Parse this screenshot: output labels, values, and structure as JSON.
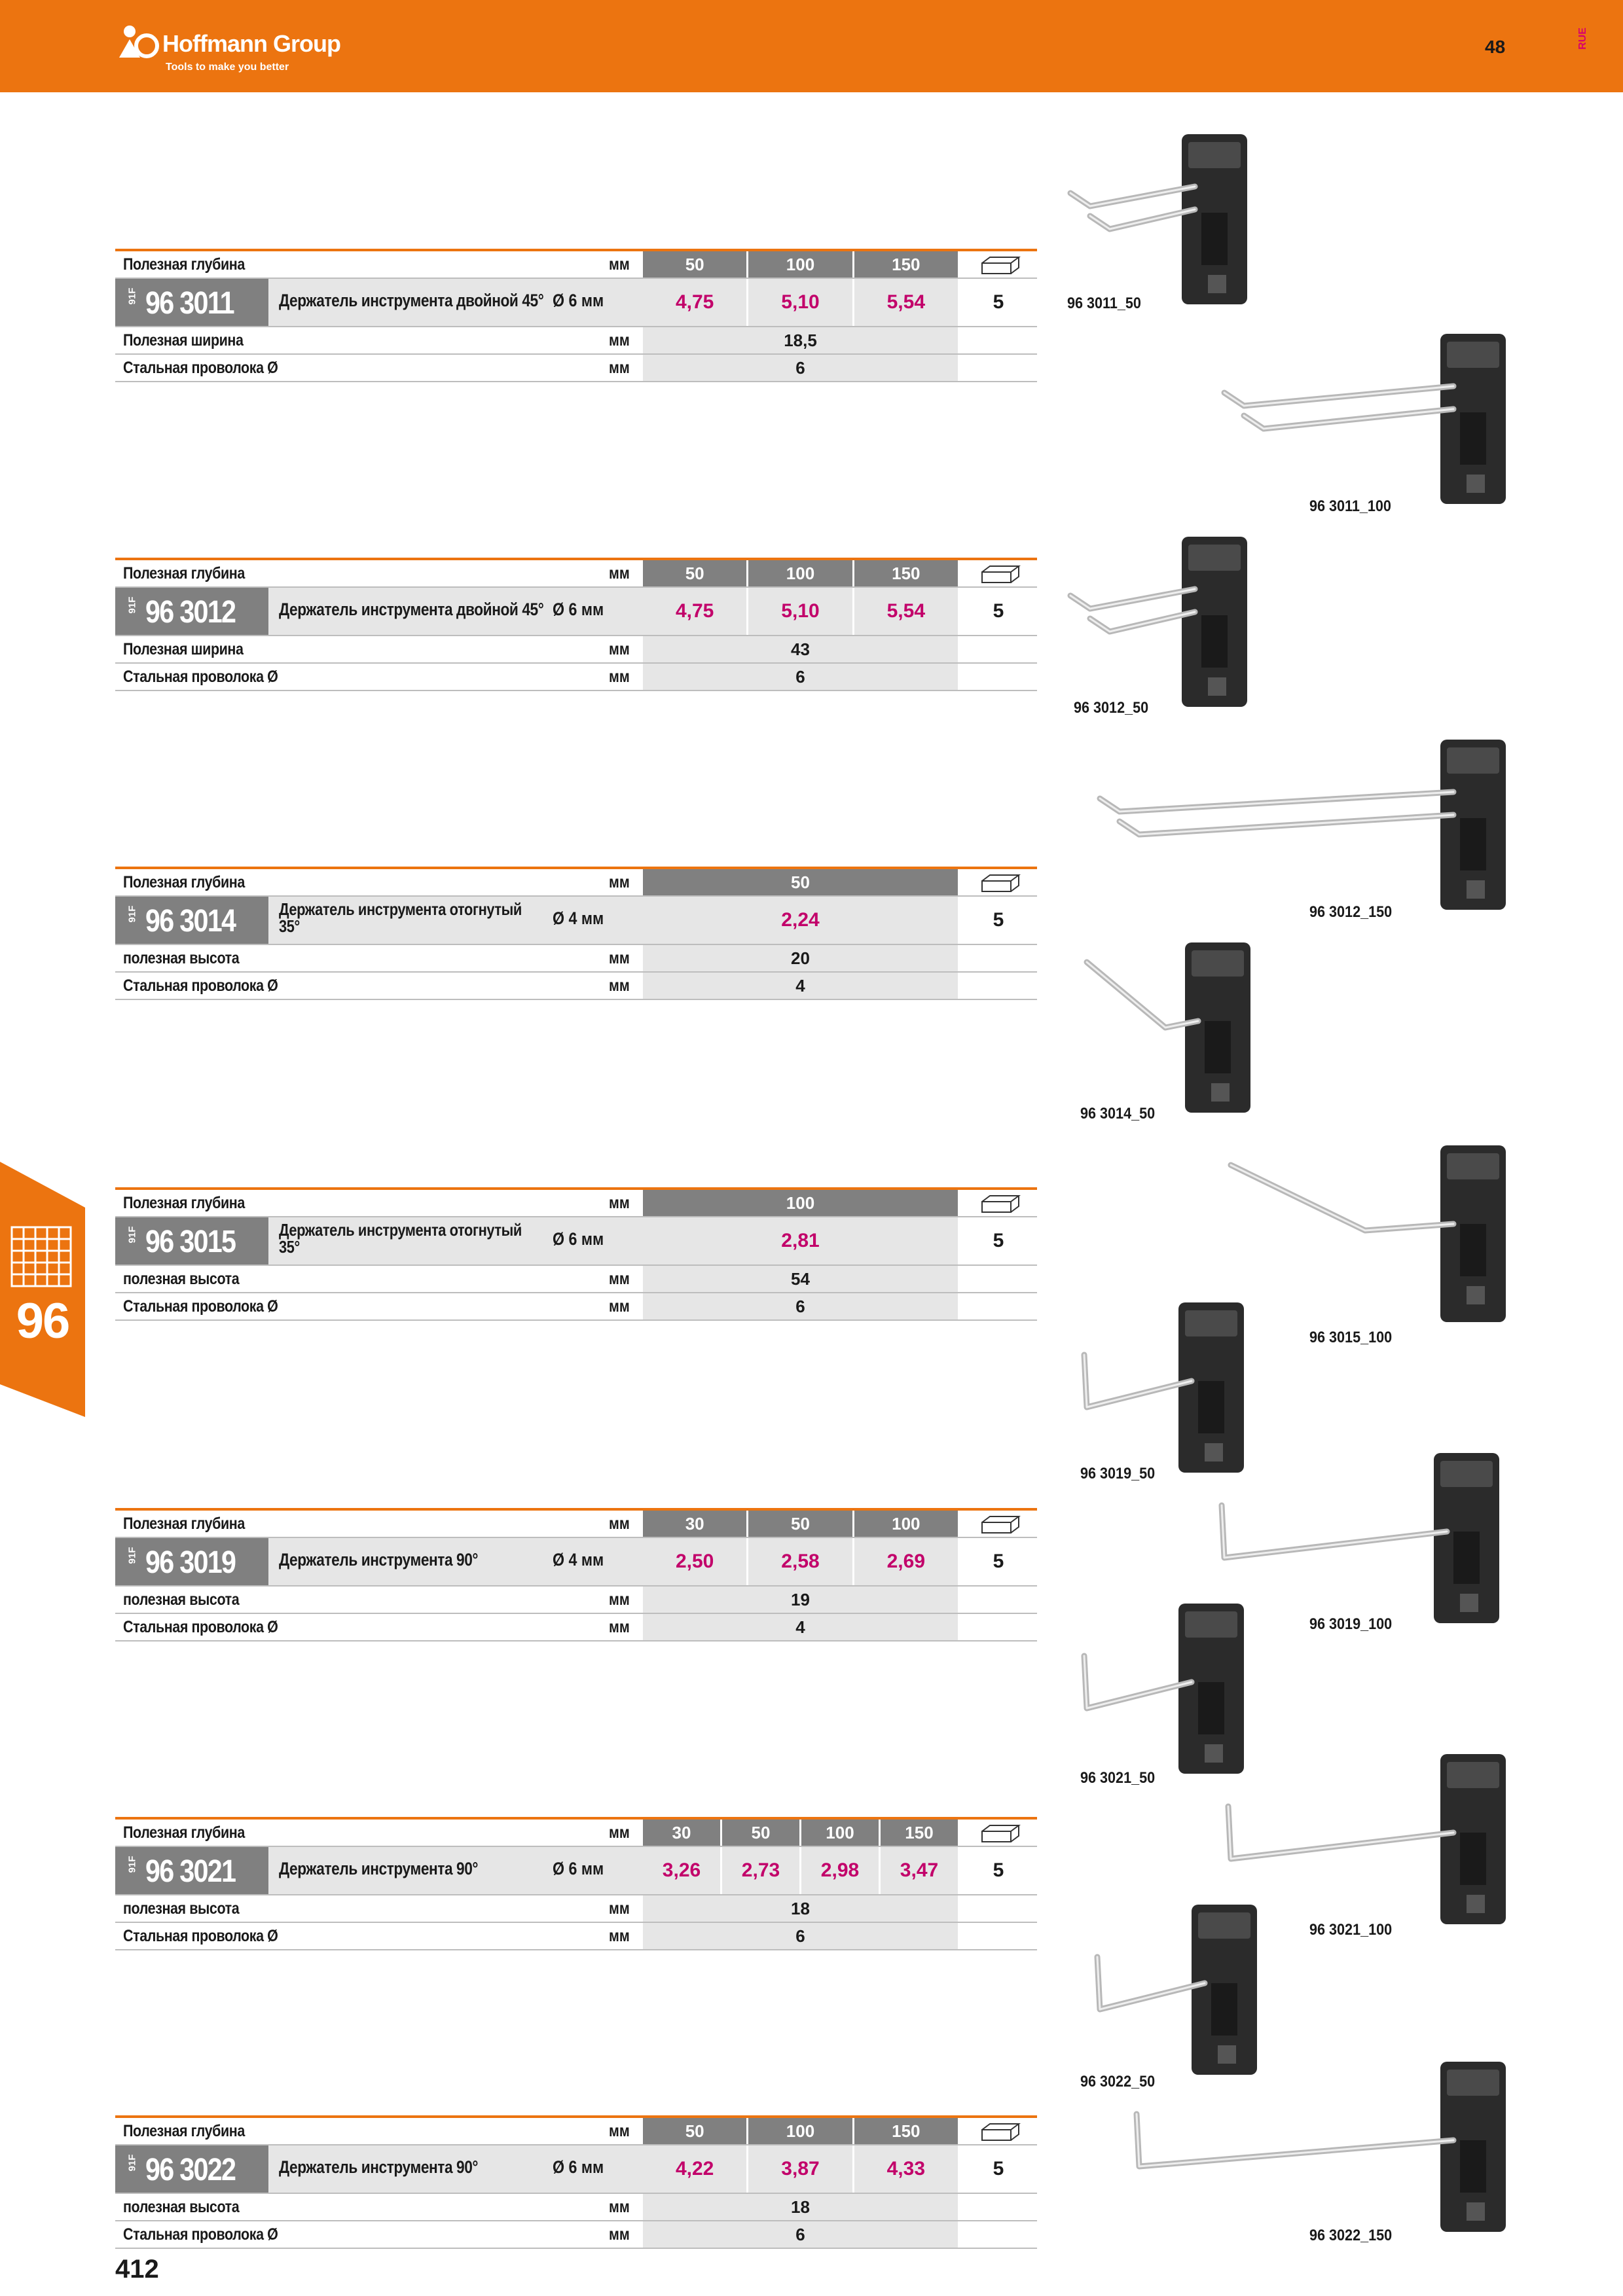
{
  "header": {
    "brand": "Hoffmann Group",
    "tagline": "Tools to make you better",
    "page_number": "48",
    "lang": "RUE"
  },
  "side_tab": {
    "number": "96"
  },
  "footer": {
    "page_number": "412"
  },
  "tables": [
    {
      "depth_label": "Полезная глубина",
      "unit": "мм",
      "depths": [
        "50",
        "100",
        "150"
      ],
      "prefix": "91F",
      "code": "96 3011",
      "description": "Держатель инструмента двойной 45°",
      "diameter": "Ø 6 мм",
      "prices": [
        "4,75",
        "5,10",
        "5,54"
      ],
      "pack": "5",
      "extra": [
        {
          "label": "Полезная ширина",
          "unit": "мм",
          "value": "18,5"
        },
        {
          "label": "Стальная проволока Ø",
          "unit": "мм",
          "value": "6"
        }
      ]
    },
    {
      "depth_label": "Полезная глубина",
      "unit": "мм",
      "depths": [
        "50",
        "100",
        "150"
      ],
      "prefix": "91F",
      "code": "96 3012",
      "description": "Держатель инструмента двойной 45°",
      "diameter": "Ø 6 мм",
      "prices": [
        "4,75",
        "5,10",
        "5,54"
      ],
      "pack": "5",
      "extra": [
        {
          "label": "Полезная ширина",
          "unit": "мм",
          "value": "43"
        },
        {
          "label": "Стальная проволока Ø",
          "unit": "мм",
          "value": "6"
        }
      ]
    },
    {
      "depth_label": "Полезная глубина",
      "unit": "мм",
      "depths": [
        "50"
      ],
      "prefix": "91F",
      "code": "96 3014",
      "description": "Держатель инструмента отогнутый 35°",
      "diameter": "Ø 4 мм",
      "prices": [
        "2,24"
      ],
      "pack": "5",
      "extra": [
        {
          "label": "полезная высота",
          "unit": "мм",
          "value": "20"
        },
        {
          "label": "Стальная проволока Ø",
          "unit": "мм",
          "value": "4"
        }
      ]
    },
    {
      "depth_label": "Полезная глубина",
      "unit": "мм",
      "depths": [
        "100"
      ],
      "prefix": "91F",
      "code": "96 3015",
      "description": "Держатель инструмента отогнутый 35°",
      "diameter": "Ø 6 мм",
      "prices": [
        "2,81"
      ],
      "pack": "5",
      "extra": [
        {
          "label": "полезная высота",
          "unit": "мм",
          "value": "54"
        },
        {
          "label": "Стальная проволока Ø",
          "unit": "мм",
          "value": "6"
        }
      ]
    },
    {
      "depth_label": "Полезная глубина",
      "unit": "мм",
      "depths": [
        "30",
        "50",
        "100"
      ],
      "prefix": "91F",
      "code": "96 3019",
      "description": "Держатель инструмента 90°",
      "diameter": "Ø 4 мм",
      "prices": [
        "2,50",
        "2,58",
        "2,69"
      ],
      "pack": "5",
      "extra": [
        {
          "label": "полезная высота",
          "unit": "мм",
          "value": "19"
        },
        {
          "label": "Стальная проволока Ø",
          "unit": "мм",
          "value": "4"
        }
      ]
    },
    {
      "depth_label": "Полезная глубина",
      "unit": "мм",
      "depths": [
        "30",
        "50",
        "100",
        "150"
      ],
      "prefix": "91F",
      "code": "96 3021",
      "description": "Держатель инструмента 90°",
      "diameter": "Ø 6 мм",
      "prices": [
        "3,26",
        "2,73",
        "2,98",
        "3,47"
      ],
      "pack": "5",
      "extra": [
        {
          "label": "полезная высота",
          "unit": "мм",
          "value": "18"
        },
        {
          "label": "Стальная проволока Ø",
          "unit": "мм",
          "value": "6"
        }
      ]
    },
    {
      "depth_label": "Полезная глубина",
      "unit": "мм",
      "depths": [
        "50",
        "100",
        "150"
      ],
      "prefix": "91F",
      "code": "96 3022",
      "description": "Держатель инструмента 90°",
      "diameter": "Ø 6 мм",
      "prices": [
        "4,22",
        "3,87",
        "4,33"
      ],
      "pack": "5",
      "extra": [
        {
          "label": "полезная высота",
          "unit": "мм",
          "value": "18"
        },
        {
          "label": "Стальная проволока Ø",
          "unit": "мм",
          "value": "6"
        }
      ]
    }
  ],
  "images": [
    {
      "caption": "96 3011_50",
      "kind": "double45"
    },
    {
      "caption": "96 3011_100",
      "kind": "double45"
    },
    {
      "caption": "96 3012_50",
      "kind": "double45"
    },
    {
      "caption": "96 3012_150",
      "kind": "double45"
    },
    {
      "caption": "96 3014_50",
      "kind": "bent"
    },
    {
      "caption": "96 3015_100",
      "kind": "bent"
    },
    {
      "caption": "96 3019_50",
      "kind": "hook90"
    },
    {
      "caption": "96 3019_100",
      "kind": "hook90"
    },
    {
      "caption": "96 3021_50",
      "kind": "hook90"
    },
    {
      "caption": "96 3021_100",
      "kind": "hook90"
    },
    {
      "caption": "96 3022_50",
      "kind": "hook90"
    },
    {
      "caption": "96 3022_150",
      "kind": "hook90"
    }
  ]
}
